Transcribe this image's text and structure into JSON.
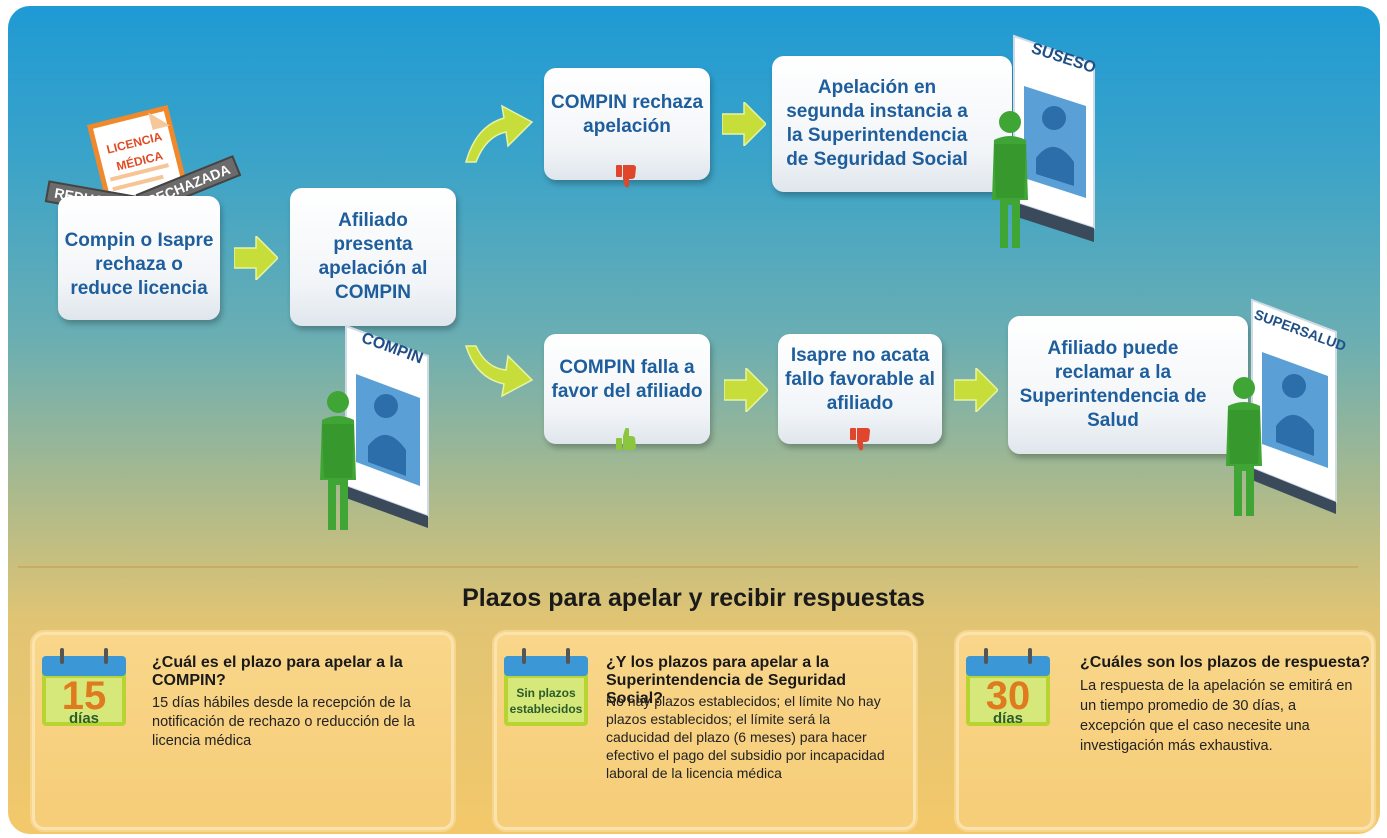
{
  "flow": {
    "start": "Compin o Isapre rechaza o reduce licencia",
    "appeal": "Afiliado presenta apelación al COMPIN",
    "rejects": "COMPIN rechaza apelación",
    "second_instance": "Apelación en segunda instancia a la Superintendencia de Seguridad Social",
    "favor": "COMPIN falla a favor del afiliado",
    "isapre_no": "Isapre no acata fallo favorable al afiliado",
    "claim": "Afiliado puede reclamar a la Superintendencia de Salud"
  },
  "document": {
    "line1": "LICENCIA",
    "line2": "MÉDICA"
  },
  "stamps": {
    "reduced": "REDUCIDA",
    "rejected": "RECHAZADA"
  },
  "offices": {
    "suseso": "SUSESO",
    "compin": "COMPIN",
    "supersalud": "SUPERSALUD"
  },
  "icons": {
    "down": "thumbs-down-icon",
    "up": "thumbs-up-icon",
    "arrow": "arrow-right-icon"
  },
  "colors": {
    "box_text": "#1f5e9c",
    "arrow": "#c6dd3a",
    "person": "#3fa535",
    "thumb_down": "#e0462b",
    "thumb_up": "#8cc63f"
  },
  "section_title": "Plazos para apelar y recibir respuestas",
  "cards": [
    {
      "cal_num": "15",
      "cal_unit": "días",
      "title": "¿Cuál es el plazo para apelar a la COMPIN?",
      "body": "15 días hábiles desde la recepción de la notificación de rechazo o reducción de la licencia médica"
    },
    {
      "cal_text1": "Sin plazos",
      "cal_text2": "establecidos",
      "title": "¿Y los plazos para apelar a la Superintendencia de Seguridad Social?",
      "body": "No hay plazos establecidos; el límite No hay plazos establecidos; el límite será la caducidad del plazo  (6 meses) para hacer efectivo el pago del subsidio por incapacidad laboral de la licencia médica"
    },
    {
      "cal_num": "30",
      "cal_unit": "días",
      "title": "¿Cuáles son los plazos de respuesta?",
      "body": "La respuesta de la apelación se emitirá en un tiempo promedio de 30 días, a excepción que el caso necesite una investigación más exhaustiva."
    }
  ]
}
